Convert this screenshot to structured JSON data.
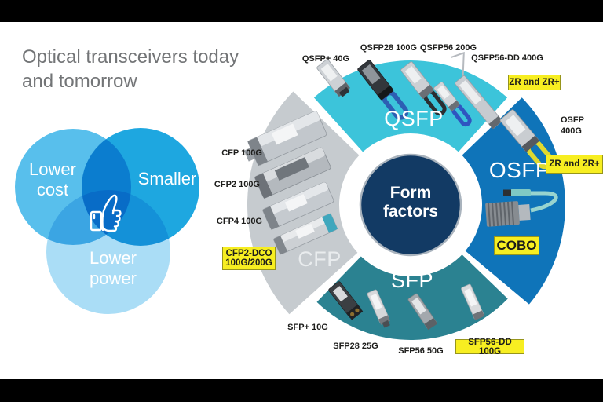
{
  "title": {
    "line1": "Optical transceivers today",
    "line2": "and tomorrow"
  },
  "venn": {
    "circles": [
      {
        "label": "Lower cost",
        "color": "#58bfec"
      },
      {
        "label": "Smaller",
        "color": "#1ea7e0"
      },
      {
        "label": "Lower power",
        "color": "#aaddf6"
      }
    ],
    "icon": "thumbs-up-icon"
  },
  "diagram": {
    "center": {
      "label": "Form factors",
      "color": "#123a64"
    },
    "segments": [
      {
        "id": "qsfp",
        "label": "QSFP",
        "color": "#3cc4da",
        "items": [
          {
            "label": "QSFP+ 40G",
            "highlight": false
          },
          {
            "label": "QSFP28 100G",
            "highlight": false
          },
          {
            "label": "QSFP56 200G",
            "highlight": false
          },
          {
            "label": "QSFP56-DD 400G",
            "highlight": false
          },
          {
            "label": "ZR and ZR+",
            "highlight": true
          }
        ]
      },
      {
        "id": "osfp",
        "label": "OSFP",
        "color": "#0f74b9",
        "items": [
          {
            "label": "OSFP 400G",
            "highlight": false
          },
          {
            "label": "ZR and ZR+",
            "highlight": true
          },
          {
            "label": "COBO",
            "highlight": true
          }
        ]
      },
      {
        "id": "sfp",
        "label": "SFP",
        "color": "#2b8291",
        "items": [
          {
            "label": "SFP+ 10G",
            "highlight": false
          },
          {
            "label": "SFP28 25G",
            "highlight": false
          },
          {
            "label": "SFP56 50G",
            "highlight": false
          },
          {
            "label": "SFP56-DD 100G",
            "highlight": true
          }
        ]
      },
      {
        "id": "cfp",
        "label": "CFP",
        "color": "#c6cbcf",
        "items": [
          {
            "label": "CFP 100G",
            "highlight": false
          },
          {
            "label": "CFP2 100G",
            "highlight": false
          },
          {
            "label": "CFP4 100G",
            "highlight": false
          },
          {
            "label": "CFP2-DCO 100G/200G",
            "highlight": true
          }
        ]
      }
    ]
  },
  "colors": {
    "highlight": "#f7ee21",
    "label_text": "#1d1d1b",
    "title_text": "#737577"
  }
}
